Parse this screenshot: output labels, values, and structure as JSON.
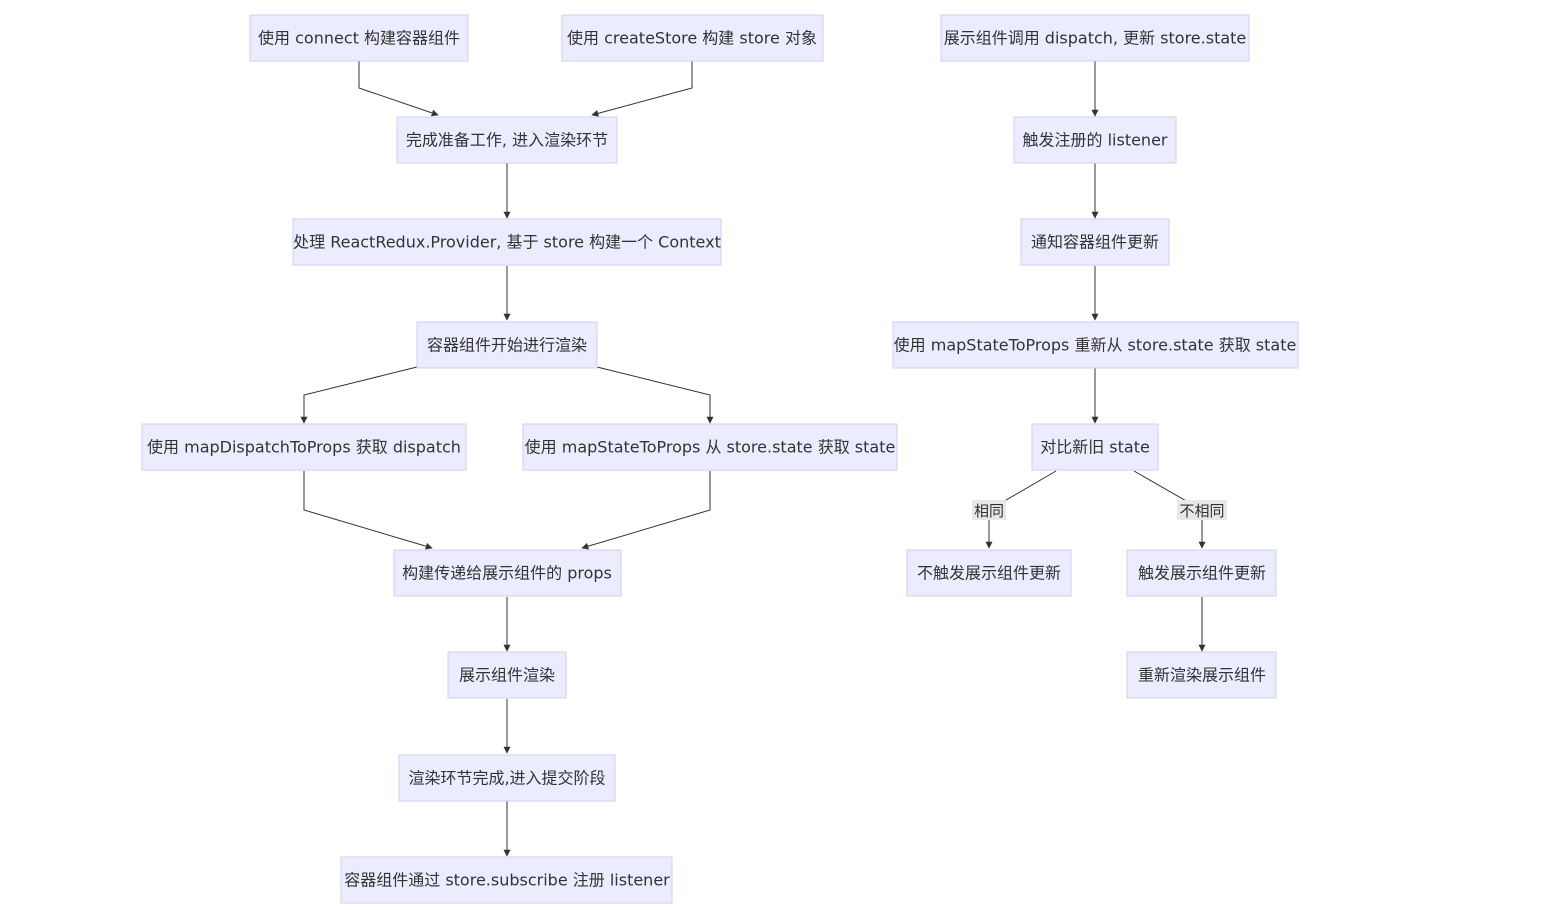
{
  "left_flow": {
    "connect": "使用 connect 构建容器组件",
    "create_store": "使用 createStore 构建 store 对象",
    "prepare": "完成准备工作, 进入渲染环节",
    "provider": "处理 ReactRedux.Provider, 基于 store 构建一个 Context",
    "container_render": "容器组件开始进行渲染",
    "map_dispatch": "使用 mapDispatchToProps 获取 dispatch",
    "map_state": "使用 mapStateToProps 从 store.state 获取 state",
    "build_props": "构建传递给展示组件的 props",
    "display_render": "展示组件渲染",
    "render_done": "渲染环节完成,进入提交阶段",
    "subscribe": "容器组件通过 store.subscribe 注册 listener"
  },
  "right_flow": {
    "dispatch": "展示组件调用 dispatch, 更新 store.state",
    "trigger_listener": "触发注册的 listener",
    "notify_container": "通知容器组件更新",
    "remap_state": "使用 mapStateToProps 重新从 store.state 获取 state",
    "compare_state": "对比新旧 state",
    "same_label": "相同",
    "diff_label": "不相同",
    "no_update": "不触发展示组件更新",
    "trigger_update": "触发展示组件更新",
    "rerender": "重新渲染展示组件"
  }
}
